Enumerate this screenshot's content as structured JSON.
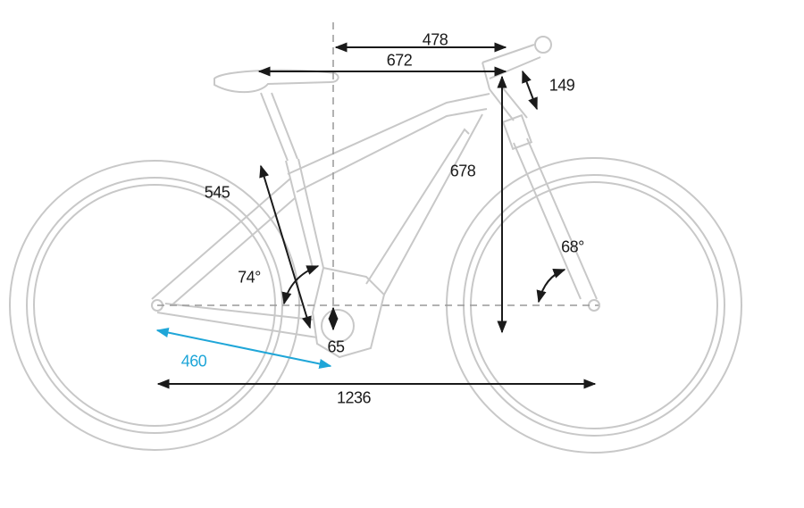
{
  "diagram": {
    "type": "bicycle-geometry",
    "colors": {
      "frame": "#c8c8c8",
      "dimension": "#1a1a1a",
      "highlight": "#1fa6d8"
    },
    "labels": {
      "reach": "478",
      "top_tube": "672",
      "head_tube": "149",
      "stack": "678",
      "seat_tube": "545",
      "seat_angle": "74°",
      "head_angle": "68°",
      "bb_drop": "65",
      "chainstay": "460",
      "wheelbase": "1236"
    }
  }
}
